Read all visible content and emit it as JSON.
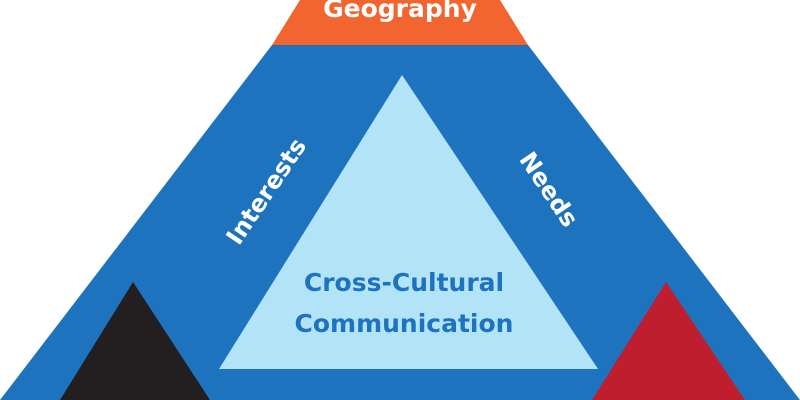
{
  "diagram": {
    "top_label": "Geography",
    "left_label": "Interests",
    "right_label": "Needs",
    "center_line1": "Cross-Cultural",
    "center_line2": "Communication"
  },
  "colors": {
    "blue": "#1e73be",
    "light_blue": "#b3e3f7",
    "orange": "#f26430",
    "black": "#231f20",
    "red": "#be1e2d",
    "white": "#ffffff"
  }
}
